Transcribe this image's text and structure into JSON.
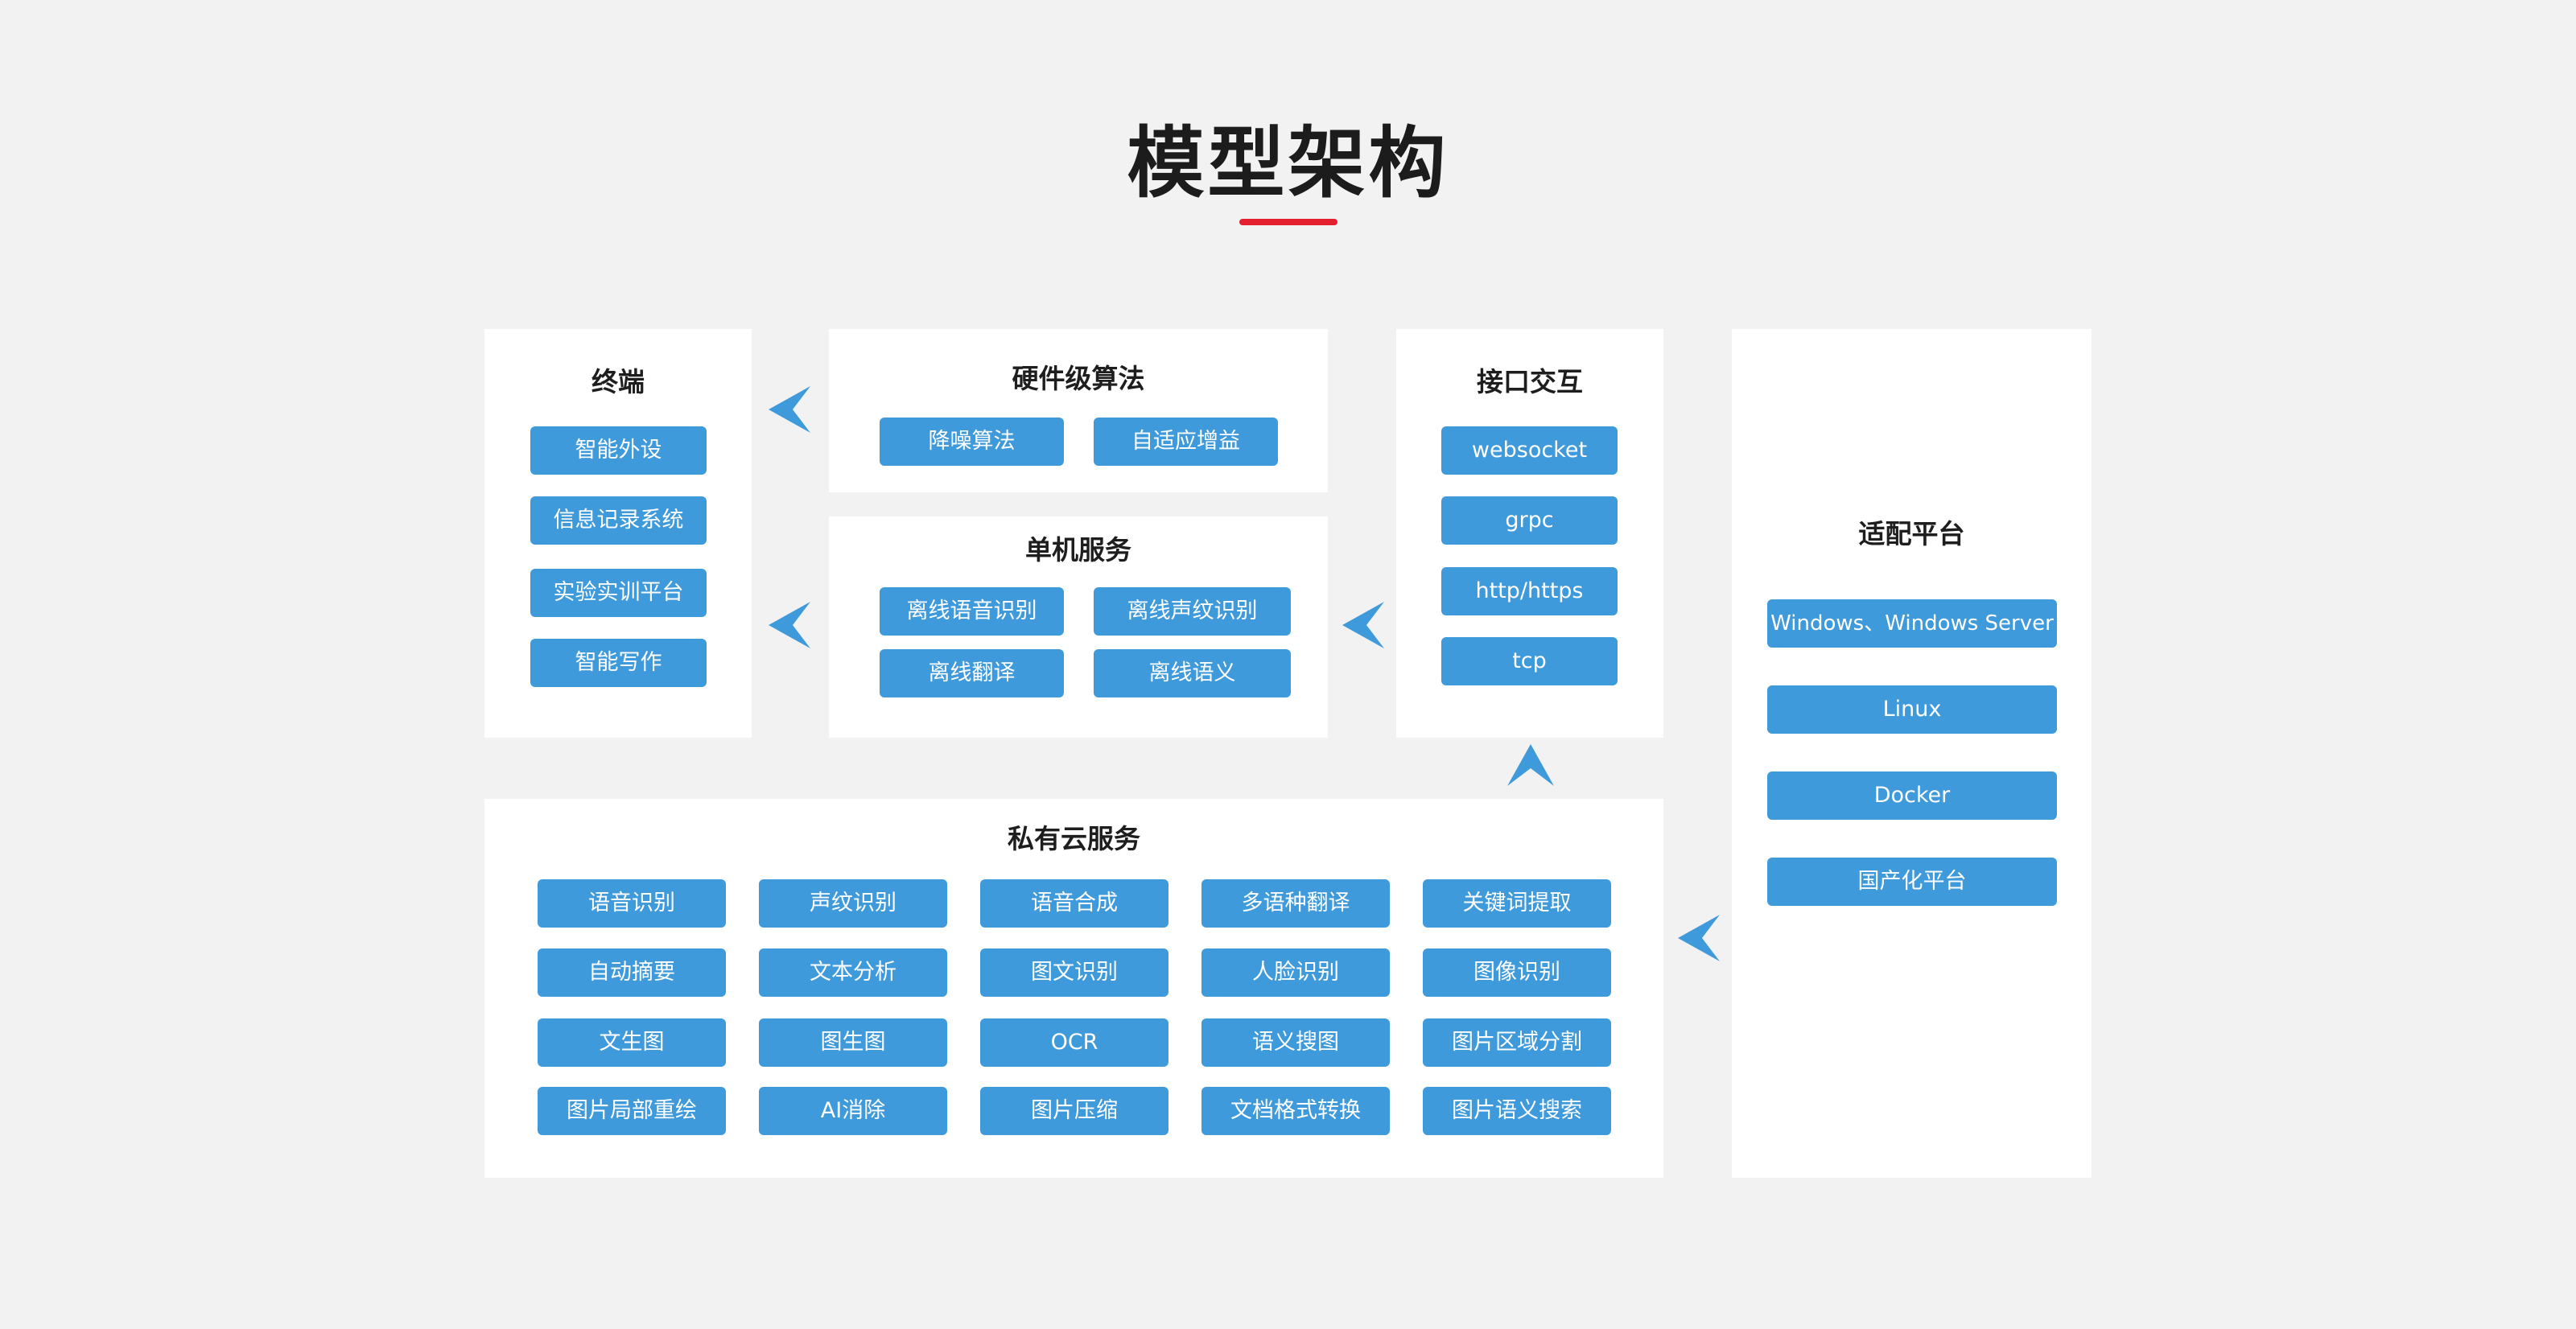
{
  "page": {
    "title": "模型架构",
    "accent_color": "#e5202e",
    "button_color": "#3f9adb",
    "arrow_color": "#3f9adb",
    "background_color": "#f2f2f2"
  },
  "terminal": {
    "title": "终端",
    "items": [
      "智能外设",
      "信息记录系统",
      "实验实训平台",
      "智能写作"
    ]
  },
  "hardware": {
    "title": "硬件级算法",
    "items": [
      "降噪算法",
      "自适应增益"
    ]
  },
  "standalone": {
    "title": "单机服务",
    "items": [
      "离线语音识别",
      "离线声纹识别",
      "离线翻译",
      "离线语义"
    ]
  },
  "interface": {
    "title": "接口交互",
    "items": [
      "websocket",
      "grpc",
      "http/https",
      "tcp"
    ]
  },
  "platform": {
    "title": "适配平台",
    "items": [
      "Windows、Windows Server",
      "Linux",
      "Docker",
      "国产化平台"
    ]
  },
  "private_cloud": {
    "title": "私有云服务",
    "items": [
      "语音识别",
      "声纹识别",
      "语音合成",
      "多语种翻译",
      "关键词提取",
      "自动摘要",
      "文本分析",
      "图文识别",
      "人脸识别",
      "图像识别",
      "文生图",
      "图生图",
      "OCR",
      "语义搜图",
      "图片区域分割",
      "图片局部重绘",
      "AI消除",
      "图片压缩",
      "文档格式转换",
      "图片语义搜索"
    ]
  },
  "arrows": [
    {
      "from": "hardware",
      "to": "terminal",
      "icon": "arrow-left-icon"
    },
    {
      "from": "standalone",
      "to": "terminal",
      "icon": "arrow-left-icon"
    },
    {
      "from": "interface",
      "to": "standalone",
      "icon": "arrow-left-icon"
    },
    {
      "from": "private_cloud",
      "to": "interface",
      "icon": "arrow-up-icon"
    },
    {
      "from": "platform",
      "to": "private_cloud",
      "icon": "arrow-left-icon"
    }
  ]
}
